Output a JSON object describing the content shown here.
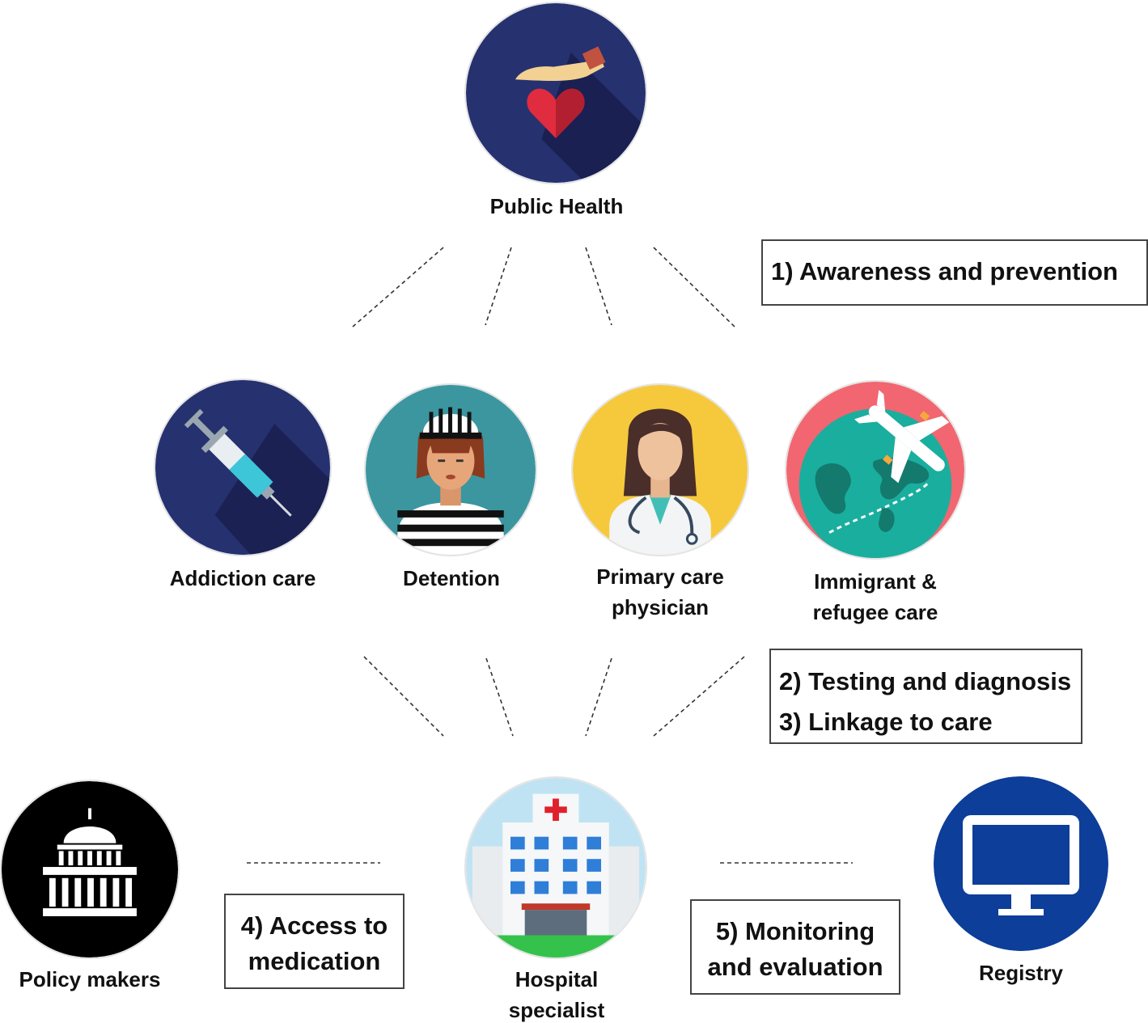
{
  "nodes": {
    "public_health": {
      "label": "Public Health",
      "icon": "hand-heart-icon",
      "color": "#263170"
    },
    "addiction_care": {
      "label": "Addiction care",
      "icon": "syringe-icon",
      "color": "#263170"
    },
    "detention": {
      "label": "Detention",
      "icon": "prisoner-icon",
      "color": "#3B96A0"
    },
    "primary_care": {
      "label_line1": "Primary care",
      "label_line2": "physician",
      "icon": "doctor-icon",
      "color": "#F6C93C"
    },
    "immigrant_care": {
      "label_line1": "Immigrant &",
      "label_line2": "refugee care",
      "icon": "globe-airplane-icon",
      "color": "#F16670"
    },
    "policy_makers": {
      "label": "Policy makers",
      "icon": "capitol-building-icon",
      "color": "#000000"
    },
    "hospital": {
      "label_line1": "Hospital",
      "label_line2": "specialist",
      "icon": "hospital-icon",
      "color": "#BFE3F3"
    },
    "registry": {
      "label": "Registry",
      "icon": "computer-monitor-icon",
      "color": "#0D3E99"
    }
  },
  "steps": {
    "s1": "1) Awareness and prevention",
    "s2": "2) Testing and diagnosis",
    "s3": "3) Linkage to care",
    "s4_line1": "4) Access to",
    "s4_line2": "medication",
    "s5_line1": "5) Monitoring",
    "s5_line2": "and evaluation"
  }
}
